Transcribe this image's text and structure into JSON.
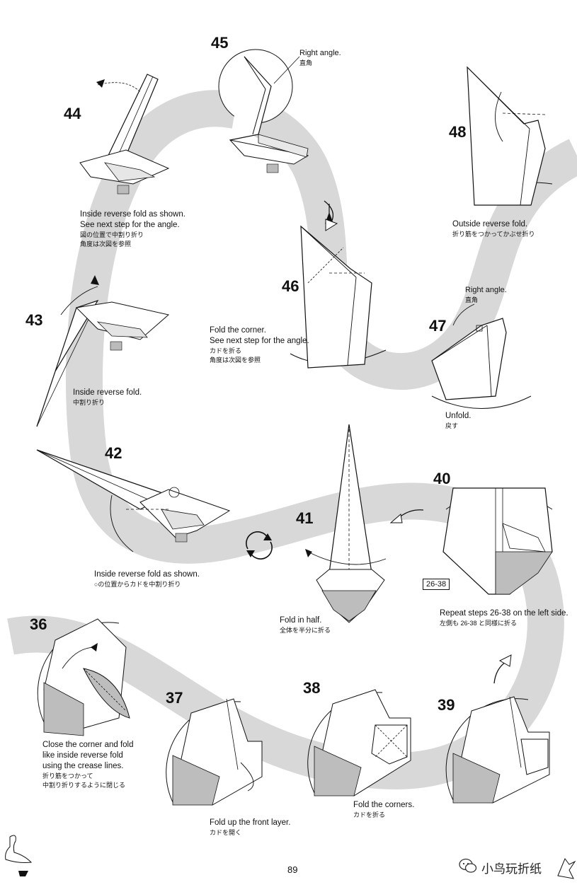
{
  "page_number": "89",
  "watermark": {
    "text": "小鸟玩折纸",
    "icon": "wechat-icon"
  },
  "colors": {
    "band": "#d8d8d8",
    "shade": "#b9b9b9",
    "line": "#111111"
  },
  "icons": {
    "rotate": "rotate-arrows-icon",
    "curved_arrow": "curved-arrow-icon"
  },
  "steps": [
    {
      "number": "45",
      "label_en": "Right angle.",
      "label_ja": "直角"
    },
    {
      "number": "44",
      "caption_en": [
        "Inside reverse fold as shown.",
        "See next step for the angle."
      ],
      "caption_ja": [
        "図の位置で中割り折り",
        "角度は次図を参照"
      ]
    },
    {
      "number": "48",
      "caption_en": [
        "Outside reverse fold."
      ],
      "caption_ja": [
        "折り筋をつかってかぶせ折り"
      ]
    },
    {
      "number": "43",
      "caption_en": [
        "Inside reverse fold."
      ],
      "caption_ja": [
        "中割り折り"
      ]
    },
    {
      "number": "46",
      "caption_en": [
        "Fold the corner.",
        "See next step for the angle."
      ],
      "caption_ja": [
        "カドを折る",
        "角度は次図を参照"
      ]
    },
    {
      "number": "47",
      "label_en": "Right angle.",
      "label_ja": "直角",
      "caption_en": [
        "Unfold."
      ],
      "caption_ja": [
        "戻す"
      ]
    },
    {
      "number": "42",
      "caption_en": [
        "Inside reverse fold as shown."
      ],
      "caption_ja": [
        "○の位置からカドを中割り折り"
      ]
    },
    {
      "number": "41",
      "caption_en": [
        "Fold in half."
      ],
      "caption_ja": [
        "全体を半分に折る"
      ]
    },
    {
      "number": "40",
      "box": "26-38",
      "caption_en": [
        "Repeat steps 26-38 on the left side."
      ],
      "caption_ja": [
        "左側も 26-38 と同様に折る"
      ]
    },
    {
      "number": "36",
      "caption_en": [
        "Close the corner and fold",
        "like inside reverse fold",
        "using the crease lines."
      ],
      "caption_ja": [
        "折り筋をつかって",
        "中割り折りするように閉じる"
      ]
    },
    {
      "number": "37",
      "caption_en": [
        "Fold up the front layer."
      ],
      "caption_ja": [
        "カドを開く"
      ]
    },
    {
      "number": "38",
      "caption_en": [
        "Fold the corners."
      ],
      "caption_ja": [
        "カドを折る"
      ]
    },
    {
      "number": "39"
    }
  ]
}
